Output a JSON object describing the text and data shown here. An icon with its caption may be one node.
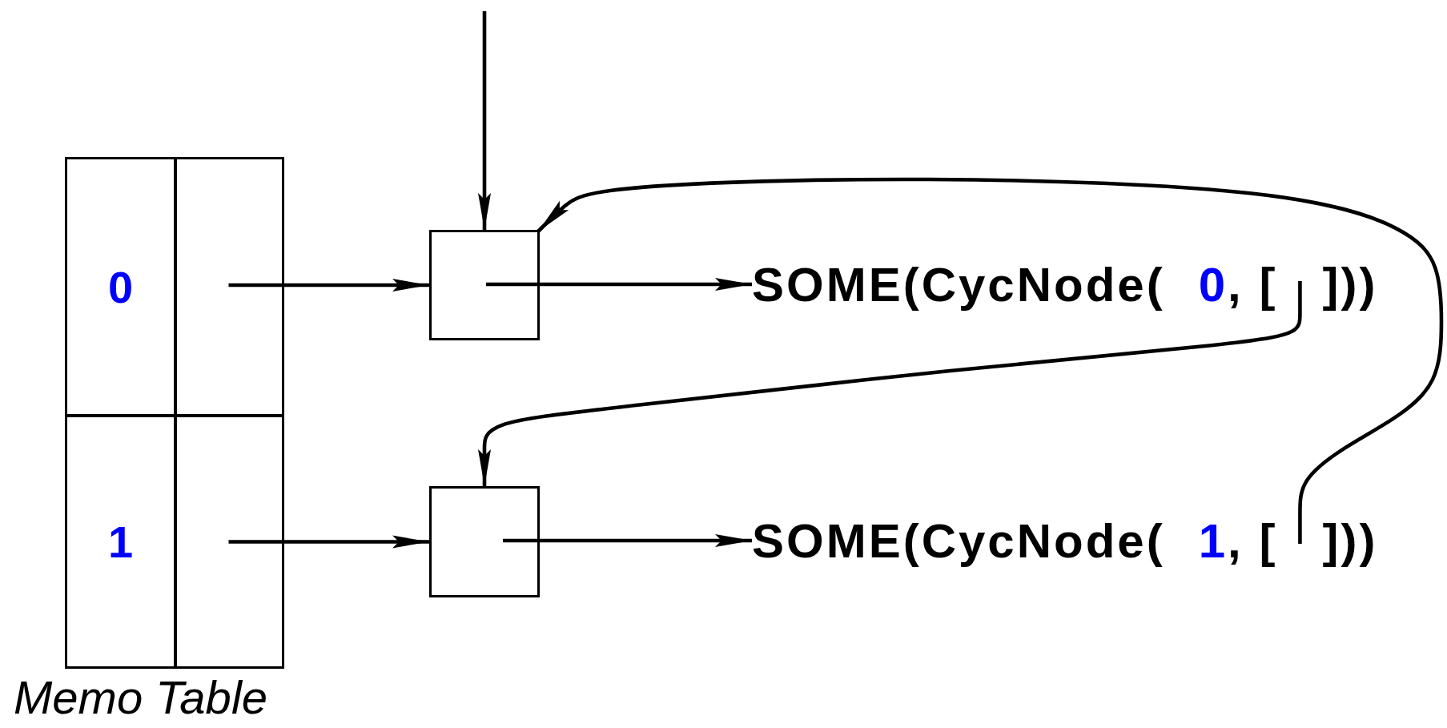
{
  "diagram": {
    "nodes": [
      {
        "text": [],
        "shape": "box",
        "beside": [
          "Memo Table"
        ]
      },
      {
        "text": [
          "0"
        ],
        "in": 0
      },
      {
        "text": [],
        "shape": "box",
        "in": 0
      },
      {
        "text": [
          "1"
        ],
        "in": 0
      },
      {
        "text": [],
        "shape": "box",
        "in": 0
      },
      {
        "text": [],
        "shape": "box"
      },
      {
        "text": [],
        "shape": "box"
      },
      {
        "text": [
          "SOME(CycNode(",
          "0",
          ", [",
          "]))"
        ]
      },
      {
        "text": [
          "SOME(CycNode(",
          "1",
          ", [",
          "]))"
        ]
      }
    ],
    "edges": [
      {
        "from": null,
        "to": 5,
        "arrow": "to"
      },
      {
        "from": 2,
        "to": 5,
        "arrow": "to"
      },
      {
        "from": 4,
        "to": 6,
        "arrow": "to"
      },
      {
        "from": 5,
        "to": 7,
        "arrow": "to"
      },
      {
        "from": 6,
        "to": 8,
        "arrow": "to"
      },
      {
        "from": 7,
        "to": 6,
        "arrow": "to"
      },
      {
        "from": 8,
        "to": 5,
        "arrow": "to"
      }
    ]
  }
}
